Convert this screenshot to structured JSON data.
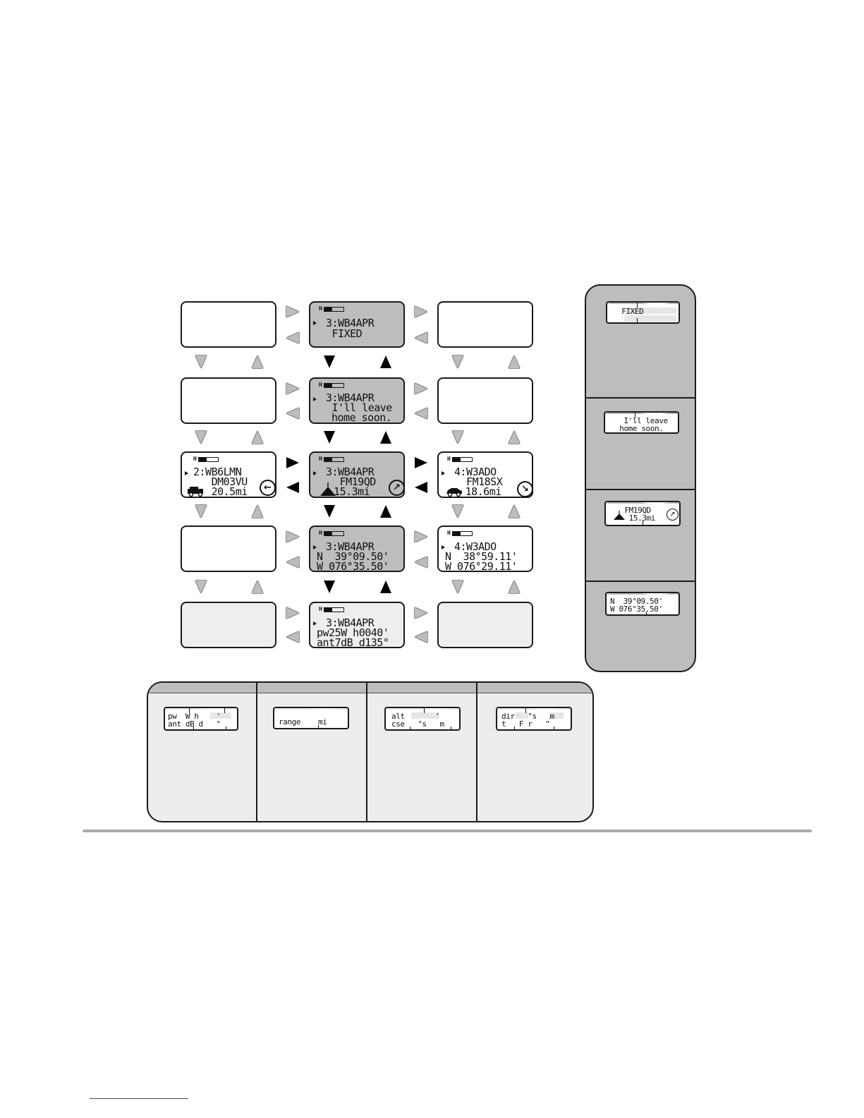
{
  "screens": {
    "r1c2": {
      "line1": "3:WB4APR",
      "line2": " FIXED"
    },
    "r2c2": {
      "line1": "3:WB4APR",
      "line2": " I'll leave",
      "line3": "home soon."
    },
    "r3c1": {
      "line1": "2:WB6LMN",
      "line2": "   DM03VU",
      "line3": "   20.5mi"
    },
    "r3c2": {
      "line1": "3:WB4APR",
      "line2": "   FM19QD",
      "line3": "  15.3mi"
    },
    "r3c3": {
      "line1": "4:W3ADO",
      "line2": "  FM18SX",
      "line3": "   18.6mi"
    },
    "r4c2": {
      "line1": "3:WB4APR",
      "line2": "N  39°09.50'",
      "line3": "W 076°35.50'"
    },
    "r4c3": {
      "line1": "4:W3ADO",
      "line2": "N  38°59.11'",
      "line3": "W 076°29.11'"
    },
    "r5c2": {
      "line1": "3:WB4APR",
      "line2": "pw25W h0040'",
      "line3": "ant7dB d135°"
    }
  },
  "battery_glyph": "H",
  "compass": {
    "r3c1": "←",
    "r3c2": "↗",
    "r3c3": "↘"
  },
  "side_snippets": {
    "s1": {
      "line1": " FIXED"
    },
    "s2": {
      "line1": "  I'll leave",
      "line2": " home soon."
    },
    "s3": {
      "line1": "  FM19QD",
      "line2": "   15.3mi"
    },
    "s4": {
      "line1": "N  39°09.50'",
      "line2": "W 076°35.50'"
    }
  },
  "bottom_snippets": {
    "b1": {
      "line1": "pw  W h    '",
      "line2": "ant dB d   °"
    },
    "b2": {
      "line1": "range    mi"
    },
    "b3": {
      "line1": "alt       '",
      "line2": "cse   °s   m"
    },
    "b4": {
      "line1": "dir   °s   m",
      "line2": "t   F r   \""
    }
  },
  "colors": {
    "screen_dark": "#bdbdbd",
    "screen_light": "#eeeeee",
    "panel": "#bdbdbd",
    "arrow_light": "#bdbdbd",
    "arrow_dark": "#000000"
  }
}
